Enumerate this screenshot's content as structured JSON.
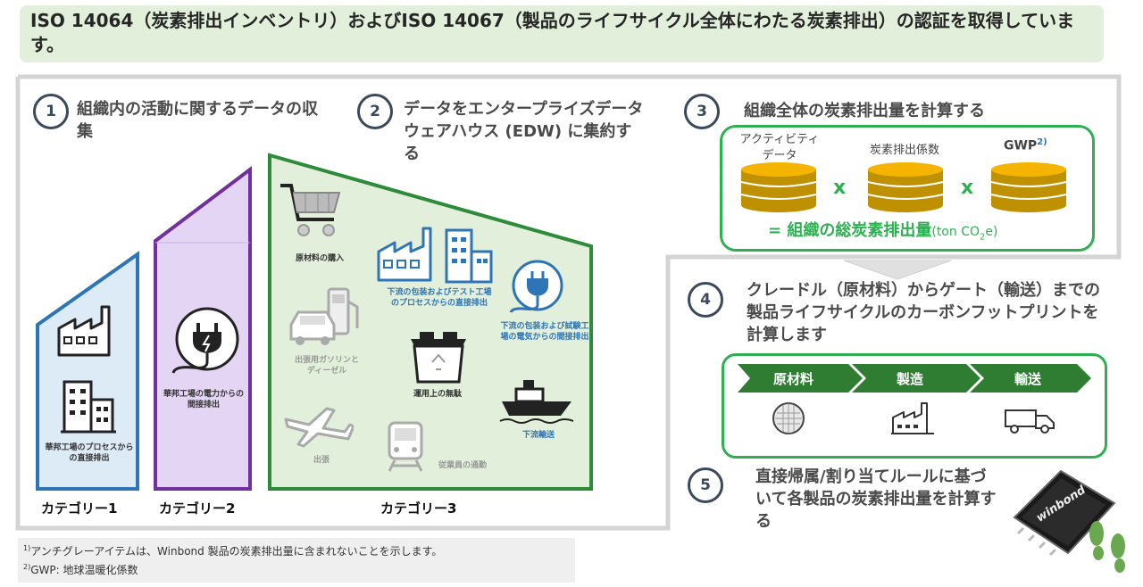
{
  "banner": {
    "text": "ISO 14064（炭素排出インベントリ）およびISO 14067（製品のライフサイクル全体にわたる炭素排出）の認証を取得しています。"
  },
  "steps": [
    {
      "num": "1",
      "text": "組織内の活動に関するデータの収集"
    },
    {
      "num": "2",
      "text": "データをエンタープライズデータ ウェアハウス (EDW) に集約する"
    },
    {
      "num": "3",
      "text": "組織全体の炭素排出量を計算する"
    },
    {
      "num": "4",
      "text": "クレードル（原材料）からゲート（輸送）までの製品ライフサイクルのカーボンフットプリントを計算します"
    },
    {
      "num": "5",
      "text": "直接帰属/割り当てルールに基づいて各製品の炭素排出量を計算する"
    }
  ],
  "categories": {
    "cat1": {
      "label": "カテゴリー1",
      "caption": "華邦工場のプロセスからの直接排出"
    },
    "cat2": {
      "label": "カテゴリー2",
      "caption": "華邦工場の電力からの間接排出"
    },
    "cat3": {
      "label": "カテゴリー3",
      "items": {
        "purchase": "原材料の購入",
        "downstream_process": "下流の包装およびテスト工場のプロセスからの直接排出",
        "downstream_power": "下流の包装および試験工場の電気からの間接排出",
        "fuel": "出張用ガソリンとディーゼル",
        "waste": "運用上の無駄",
        "downstream_transport": "下流輸送",
        "travel": "出張",
        "commute": "従業員の通勤"
      }
    }
  },
  "calc": {
    "activity": "アクティビティデータ",
    "factor": "炭素排出係数",
    "gwp": "GWP",
    "gwp_sup": "2)",
    "times1": "x",
    "times2": "x",
    "result_prefix": "= 組織の総炭素排出量",
    "result_unit": "(ton CO",
    "result_sub": "2",
    "result_tail": "e)"
  },
  "lifecycle": {
    "stage1": "原材料",
    "stage2": "製造",
    "stage3": "輸送"
  },
  "chip_brand": "winbond",
  "notes": {
    "n1_mark": "1)",
    "n1": "アンチグレーアイテムは、Winbond 製品の炭素排出量に含まれないことを示します。",
    "n2_mark": "2)",
    "n2": "GWP: 地球温暖化係数"
  },
  "colors": {
    "blue": "#2e75b6",
    "purple": "#7030a0",
    "green": "#2e8b3a",
    "lightgreen": "#e2efda",
    "arrowgreen": "#2e7d32"
  }
}
